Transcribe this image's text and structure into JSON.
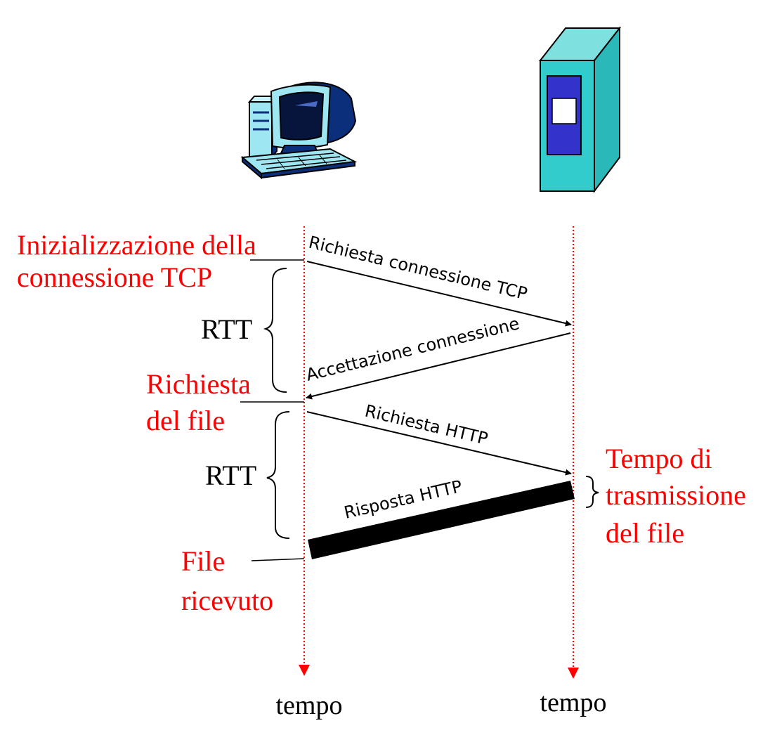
{
  "colors": {
    "red": "#ff0000",
    "black": "#000000",
    "server_teal": "#33cccc",
    "server_blue": "#3333cc",
    "pc_cyan": "#9ee7f2",
    "pc_navy": "#0b2f7a"
  },
  "icons": {
    "client": "desktop-computer-icon",
    "server": "server-tower-icon"
  },
  "labels": {
    "init_line1": "Inizializzazione della",
    "init_line2": "connessione TCP",
    "rtt_top": "RTT",
    "request_file_line1": "Richiesta",
    "request_file_line2": "del file",
    "rtt_bottom": "RTT",
    "file_received_line1": "File",
    "file_received_line2": "ricevuto",
    "transmission_line1": "Tempo di",
    "transmission_line2": "trasmissione",
    "transmission_line3": "del file",
    "time_client": "tempo",
    "time_server": "tempo"
  },
  "messages": {
    "tcp_request": "Richiesta connessione TCP",
    "tcp_accept": "Accettazione connessione",
    "http_request": "Richiesta HTTP",
    "http_response": "Risposta HTTP"
  }
}
